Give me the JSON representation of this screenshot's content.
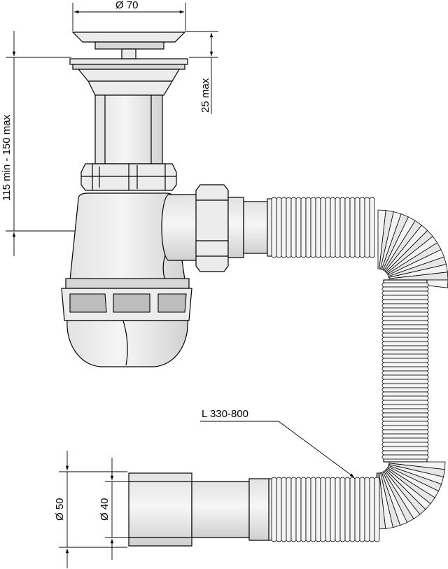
{
  "dimensions": {
    "top_diameter": "Ø 70",
    "flange_height": "25 max",
    "total_height": "115 min - 150 max",
    "hose_length": "L 330-800",
    "outlet_outer": "Ø 50",
    "outlet_inner": "Ø 40"
  },
  "colors": {
    "line": "#000000",
    "body_fill": "#ececec",
    "shade_fill": "#d7d7d7"
  }
}
